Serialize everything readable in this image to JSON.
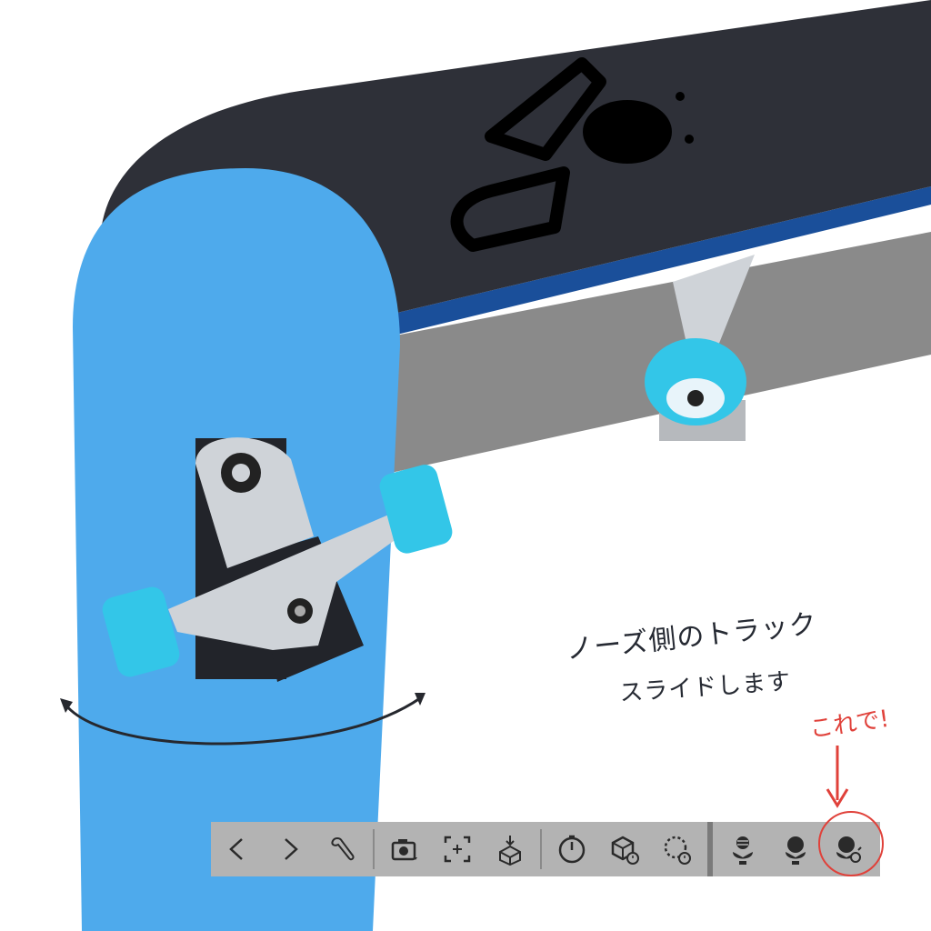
{
  "annotation": {
    "line1": "ノーズ側のトラック",
    "line2": "スライドします",
    "callout": "これで!"
  },
  "colors": {
    "deck_blue": "#4eaaec",
    "deck_dark": "#2e3038",
    "deck_edge_blue": "#1a4f9a",
    "deck_side_gray": "#8a8a8a",
    "wheel": "#33c6e8",
    "truck": "#cfd3d8",
    "annotation_red": "#e0413a",
    "toolbar_bg": "#b3b3b3"
  },
  "toolbar": {
    "nav": [
      "chevron-left-icon",
      "chevron-right-icon",
      "wrench-icon"
    ],
    "camera": [
      "camera-icon",
      "frame-focus-icon",
      "cube-down-icon"
    ],
    "timing": [
      "clock-icon",
      "cube-clock-icon",
      "rotate-clock-icon"
    ],
    "hands": [
      "hand-ring-icon",
      "hand-ball-icon",
      "hand-ball-sparkle-icon"
    ]
  }
}
